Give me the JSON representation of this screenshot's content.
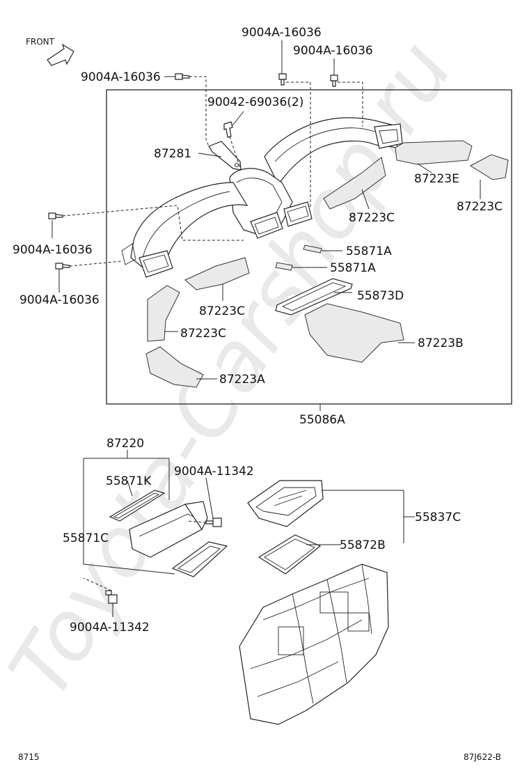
{
  "front_label": "FRONT",
  "labels": {
    "bolt_top_center": "9004A-16036",
    "bolt_top_right": "9004A-16036",
    "bolt_top_left": "9004A-16036",
    "clip_2": "90042-69036(2)",
    "p87281": "87281",
    "p87223E": "87223E",
    "p87223C_right": "87223C",
    "p87223C_mid": "87223C",
    "bolt_left_upper": "9004A-16036",
    "bolt_left_lower": "9004A-16036",
    "p55871A_1": "55871A",
    "p55871A_2": "55871A",
    "p55873D": "55873D",
    "p87223C_low1": "87223C",
    "p87223C_low2": "87223C",
    "p87223B": "87223B",
    "p87223A": "87223A",
    "p55086A": "55086A",
    "p87220": "87220",
    "p55871K": "55871K",
    "bolt_filter_right": "9004A-11342",
    "p55871C": "55871C",
    "bolt_filter_bottom": "9004A-11342",
    "p55837C": "55837C",
    "p55872B": "55872B"
  },
  "footer": {
    "left_code": "8715",
    "right_code": "87J622-B"
  },
  "watermark": "Toyota-Carshop.ru"
}
